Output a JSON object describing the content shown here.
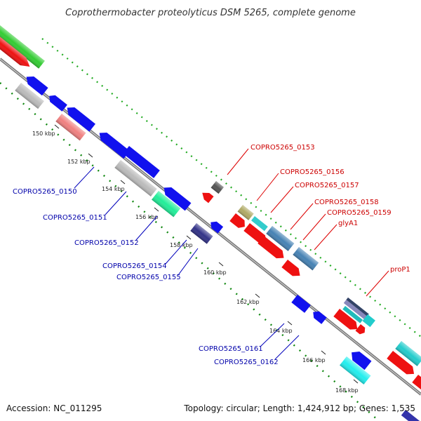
{
  "title": "Coprothermobacter proteolyticus DSM 5265, complete genome",
  "footer": {
    "accession": "Accession: NC_011295",
    "topology": "Topology: circular; Length: 1,424,912 bp; Genes: 1,535"
  },
  "ticks": [
    "150 kbp",
    "152 kbp",
    "154 kbp",
    "156 kbp",
    "158 kbp",
    "160 kbp",
    "162 kbp",
    "164 kbp",
    "166 kbp",
    "168 kbp"
  ],
  "labels_forward": [
    "COPRO5265_0153",
    "COPRO5265_0156",
    "COPRO5265_0157",
    "COPRO5265_0158",
    "COPRO5265_0159",
    "glyA1",
    "proP1"
  ],
  "labels_reverse": [
    "COPRO5265_0150",
    "COPRO5265_0151",
    "COPRO5265_0152",
    "COPRO5265_0154",
    "COPRO5265_0155",
    "COPRO5265_0161",
    "COPRO5265_0162"
  ],
  "colors": {
    "forward_label": "#cc0000",
    "reverse_label": "#0000aa",
    "backbone": "#888888",
    "gc_skew": "#118811"
  }
}
